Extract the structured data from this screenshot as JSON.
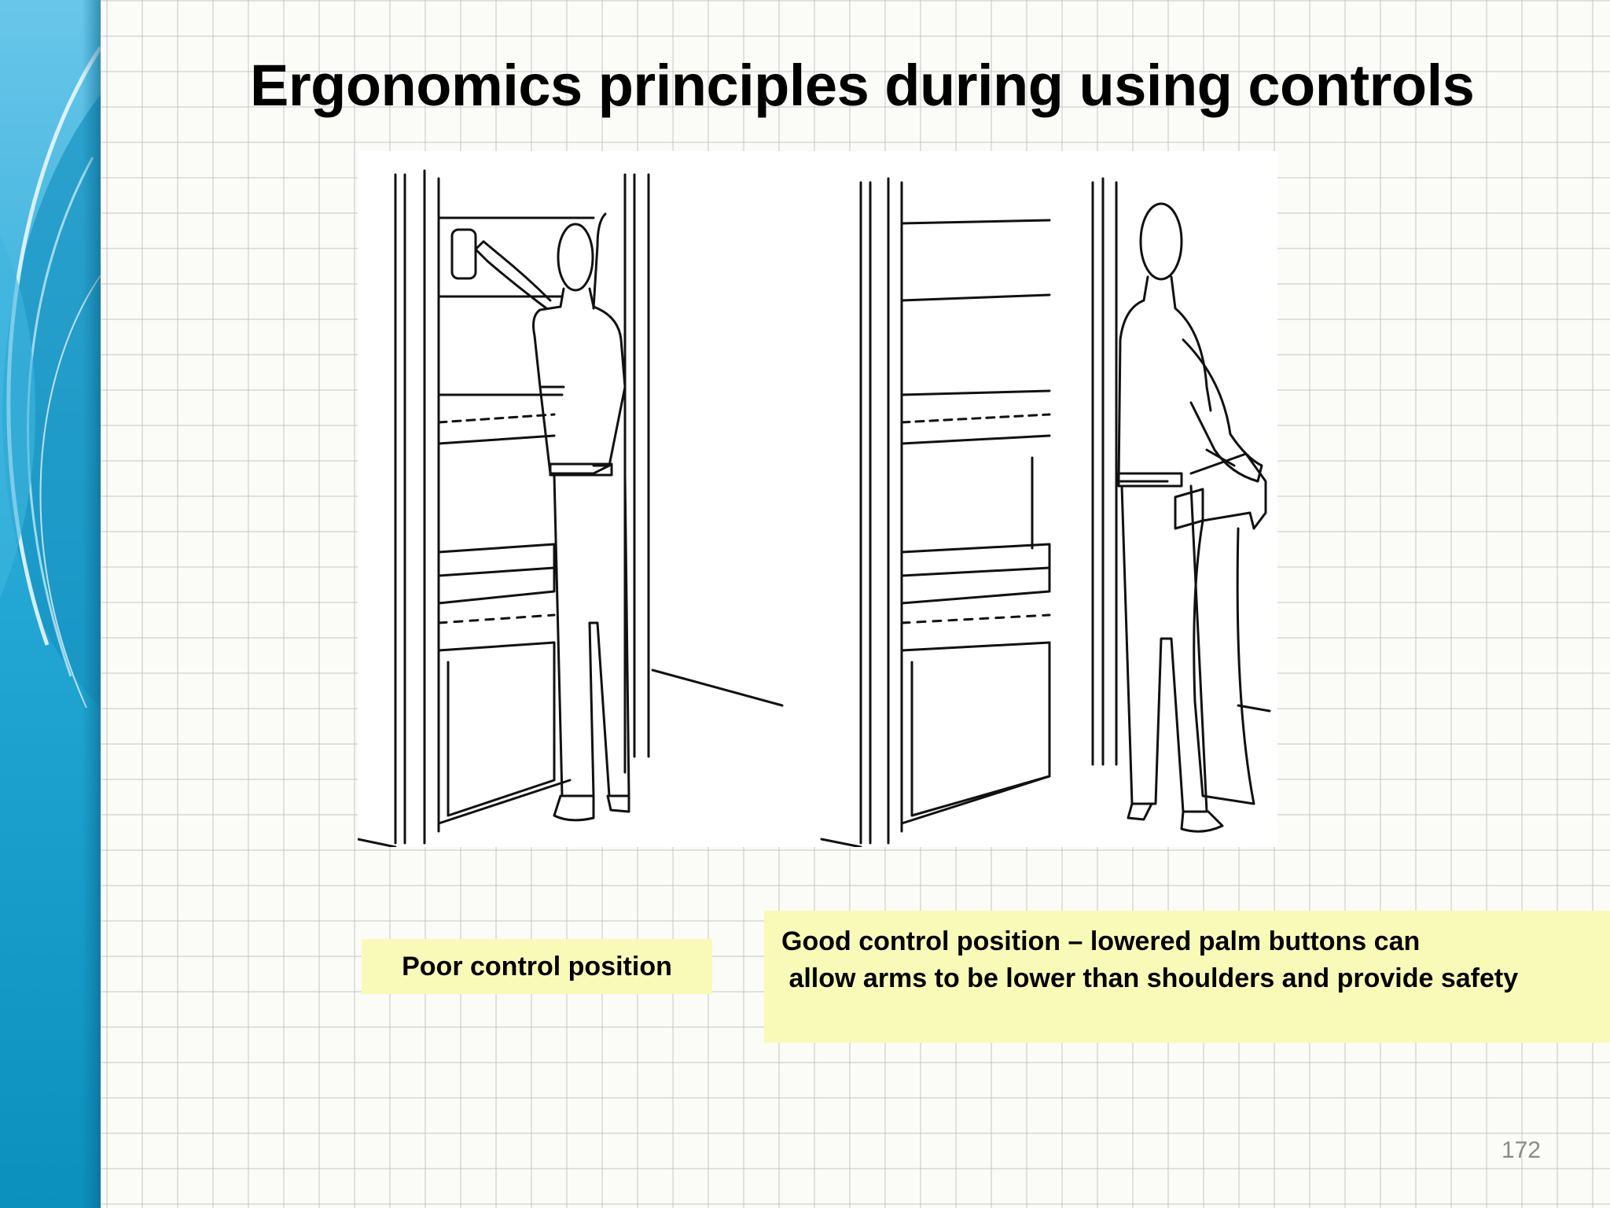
{
  "slide": {
    "title": "Ergonomics principles during using controls",
    "captions": {
      "poor": "Poor control position",
      "good_line1": "Good control position – lowered palm buttons can",
      "good_line2": " allow arms to be lower than shoulders and provide safety"
    },
    "page_number": "172"
  },
  "illustration": {
    "left_panel": "worker reaching overhead to palm buttons",
    "right_panel": "worker using lowered palm buttons"
  },
  "colors": {
    "caption_background": "#fafab8",
    "sidebar_blue": "#1aa0cf",
    "sidebar_light_blue": "#8fd4ee",
    "text": "#000000",
    "page_number": "#8a8a8a"
  }
}
